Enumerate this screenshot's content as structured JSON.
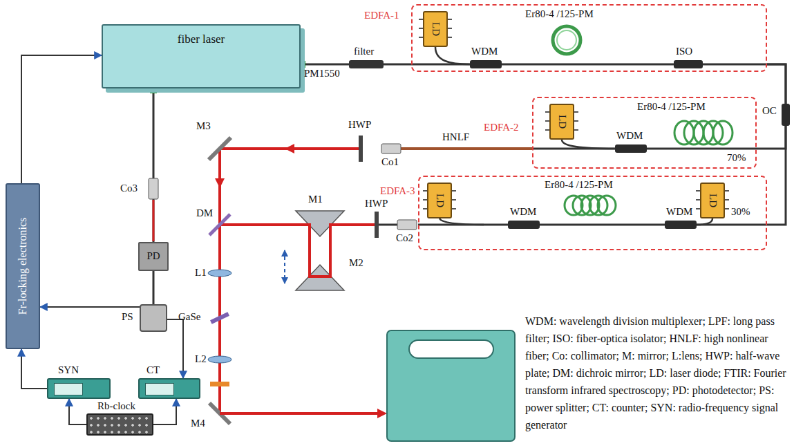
{
  "diagram": {
    "nodes": [
      {
        "text": [
          "fiber laser"
        ]
      },
      {
        "text": [
          "EDFA-1"
        ]
      },
      {
        "text": [
          "LD"
        ],
        "in": 1
      },
      {
        "text": [
          "EDFA-2"
        ]
      },
      {
        "text": [
          "LD"
        ],
        "in": 3
      },
      {
        "text": [
          "EDFA-3"
        ]
      },
      {
        "text": [
          "LD"
        ],
        "in": 5
      },
      {
        "text": [
          "LD"
        ],
        "in": 5
      },
      {
        "text": [
          "Fr-locking electronics"
        ]
      },
      {
        "text": [
          "PD"
        ]
      },
      {
        "text": [
          "PS"
        ]
      },
      {
        "text": [
          "SYN"
        ]
      },
      {
        "text": [
          "CT"
        ]
      },
      {
        "text": [
          "Rb-clock"
        ]
      }
    ],
    "edges": [
      {
        "from": 0,
        "to": 1,
        "arrow": "none"
      },
      {
        "from": 1,
        "to": 3,
        "arrow": "none"
      },
      {
        "from": 1,
        "to": 5,
        "arrow": "none"
      },
      {
        "from": 0,
        "to": 9,
        "arrow": "none"
      },
      {
        "from": 9,
        "to": 10,
        "arrow": "none"
      },
      {
        "from": 10,
        "to": 8,
        "arrow": "to"
      },
      {
        "from": 10,
        "to": 12,
        "arrow": "to"
      },
      {
        "from": 8,
        "to": 0,
        "arrow": "to"
      },
      {
        "from": 11,
        "to": 8,
        "arrow": "to"
      },
      {
        "from": 13,
        "to": 11,
        "arrow": "to"
      },
      {
        "from": 13,
        "to": 12,
        "arrow": "to"
      }
    ],
    "labels": [
      "PM1550",
      "filter",
      "WDM",
      "Er80-4 /125-PM",
      "ISO",
      "OC",
      "Er80-4 /125-PM",
      "WDM",
      "70%",
      "HNLF",
      "Co1",
      "HWP",
      "M3",
      "Er80-4 /125-PM",
      "WDM",
      "WDM",
      "30%",
      "HWP",
      "Co2",
      "M1",
      "M2",
      "DM",
      "L1",
      "GaSe",
      "L2",
      "M4",
      "Co3",
      "WDM: wavelength division multiplexer; LPF: long pass filter; ISO: fiber-optica isolator; HNLF: high nonlinear fiber; Co: collimator; M: mirror; L:lens; HWP: half-wave plate; DM: dichroic mirror; LD: laser diode; FTIR: Fourier transform infrared spectroscopy; PD: photodetector; PS: power splitter; CT: counter; SYN: radio-frequency signal generator"
    ]
  }
}
